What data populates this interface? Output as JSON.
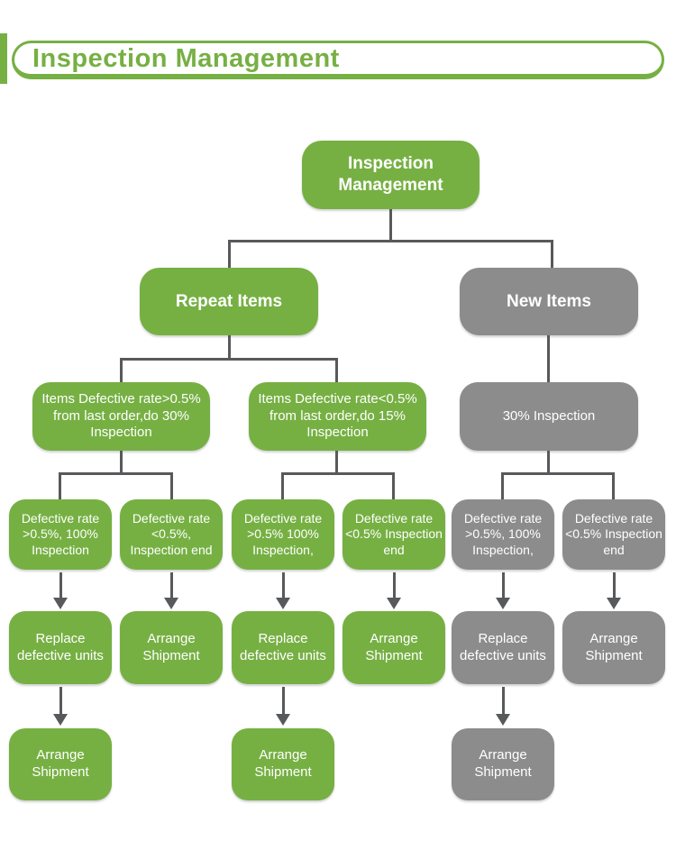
{
  "header": {
    "title": "Inspection Management"
  },
  "colors": {
    "green": "#76b043",
    "gray": "#8c8c8c",
    "connector": "#58595b",
    "textwhite": "#ffffff"
  },
  "flowchart": {
    "root": {
      "label": "Inspection Management"
    },
    "level2": {
      "repeat": {
        "label": "Repeat Items"
      },
      "new": {
        "label": "New Items"
      }
    },
    "level3": {
      "high_rate": {
        "label": "Items Defective rate>0.5% from last order,do 30% Inspection"
      },
      "low_rate": {
        "label": "Items Defective rate<0.5% from last order,do 15% Inspection"
      },
      "inspection30": {
        "label": "30% Inspection"
      }
    },
    "level4": {
      "col1": {
        "label": "Defective rate >0.5%, 100% Inspection"
      },
      "col2": {
        "label": "Defective rate <0.5%, Inspection end"
      },
      "col3": {
        "label": "Defective rate >0.5% 100% Inspection,"
      },
      "col4": {
        "label": "Defective rate <0.5% Inspection end"
      },
      "col5": {
        "label": "Defective rate >0.5%, 100% Inspection,"
      },
      "col6": {
        "label": "Defective rate <0.5% Inspection end"
      }
    },
    "level5": {
      "col1": {
        "label": "Replace defective units"
      },
      "col2": {
        "label": "Arrange Shipment"
      },
      "col3": {
        "label": "Replace defective units"
      },
      "col4": {
        "label": "Arrange Shipment"
      },
      "col5": {
        "label": "Replace defective units"
      },
      "col6": {
        "label": "Arrange Shipment"
      }
    },
    "level6": {
      "col1": {
        "label": "Arrange Shipment"
      },
      "col3": {
        "label": "Arrange Shipment"
      },
      "col5": {
        "label": "Arrange Shipment"
      }
    }
  }
}
